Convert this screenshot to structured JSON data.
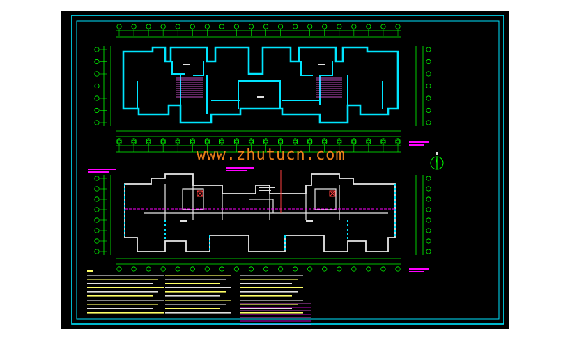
{
  "watermark": {
    "text": "www.zhutucn.com"
  },
  "colors": {
    "background": "#000000",
    "frame": "#00e5ff",
    "walls": "#00e5ff",
    "dimension": "#00ff00",
    "annotation": "#ff00ff",
    "pipe": "#ff4040",
    "fixtures": "#e0e0e0",
    "watermark": "#ff8a1c"
  },
  "plans": {
    "upper_grid_labels": [
      "1",
      "2",
      "3",
      "4",
      "5",
      "6",
      "7",
      "8",
      "9",
      "10",
      "11",
      "12",
      "13",
      "14",
      "15",
      "16",
      "17",
      "18",
      "19",
      "20"
    ],
    "upper_axis_labels": [
      "A",
      "B",
      "C",
      "D",
      "E",
      "F",
      "G"
    ],
    "lower_grid_labels": [
      "1",
      "2",
      "3",
      "4",
      "5",
      "6",
      "7",
      "8",
      "9",
      "10",
      "11",
      "12",
      "13",
      "14",
      "15",
      "16",
      "17",
      "18",
      "19",
      "20"
    ],
    "lower_axis_labels": [
      "A",
      "B",
      "C",
      "D",
      "E",
      "F",
      "G",
      "H"
    ],
    "north_arrow": "north-arrow-icon"
  }
}
